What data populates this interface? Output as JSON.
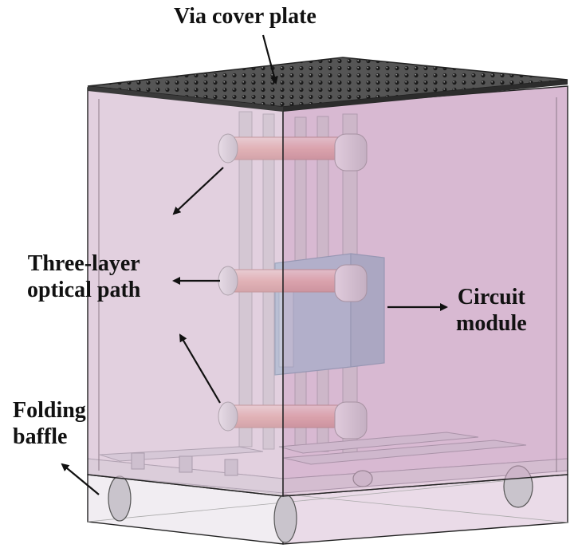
{
  "figure": {
    "labels": {
      "via_cover_plate": "Via cover plate",
      "optical_path_line1": "Three-layer",
      "optical_path_line2": "optical path",
      "circuit_line1": "Circuit",
      "circuit_line2": "module",
      "baffle_line1": "Folding",
      "baffle_line2": "baffle"
    },
    "colors": {
      "casing_front": "#ddc6d9",
      "casing_side": "#cfa9c6",
      "cover_plate": "#3f3f3f",
      "optical_tube": "#e9a79c",
      "circuit_board": "#8fb6cf",
      "frame": "#b9b9bd",
      "outline": "#222222"
    }
  }
}
